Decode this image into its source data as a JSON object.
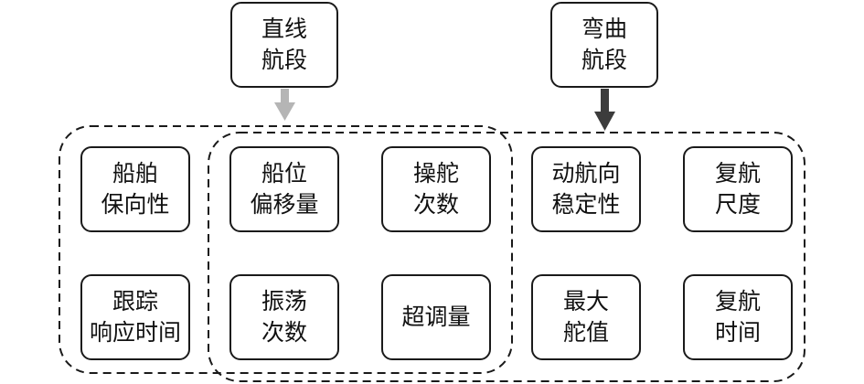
{
  "segments": {
    "straight": [
      "直线",
      "航段"
    ],
    "curved": [
      "弯曲",
      "航段"
    ]
  },
  "metrics": {
    "ship_heading_keeping": [
      "船舶",
      "保向性"
    ],
    "tracking_response_time": [
      "跟踪",
      "响应时间"
    ],
    "ship_position_offset": [
      "船位",
      "偏移量"
    ],
    "rudder_operation_count": [
      "操舵",
      "次数"
    ],
    "oscillation_count": [
      "振荡",
      "次数"
    ],
    "overshoot": [
      "超调量"
    ],
    "dynamic_heading_stability": [
      "动航向",
      "稳定性"
    ],
    "return_scale": [
      "复航",
      "尺度"
    ],
    "max_rudder_angle": [
      "最大",
      "舵值"
    ],
    "return_time": [
      "复航",
      "时间"
    ]
  },
  "colors": {
    "straight_arrow": "#b5b5b5",
    "curved_arrow": "#3c3c3c",
    "border": "#1a1a1a"
  }
}
